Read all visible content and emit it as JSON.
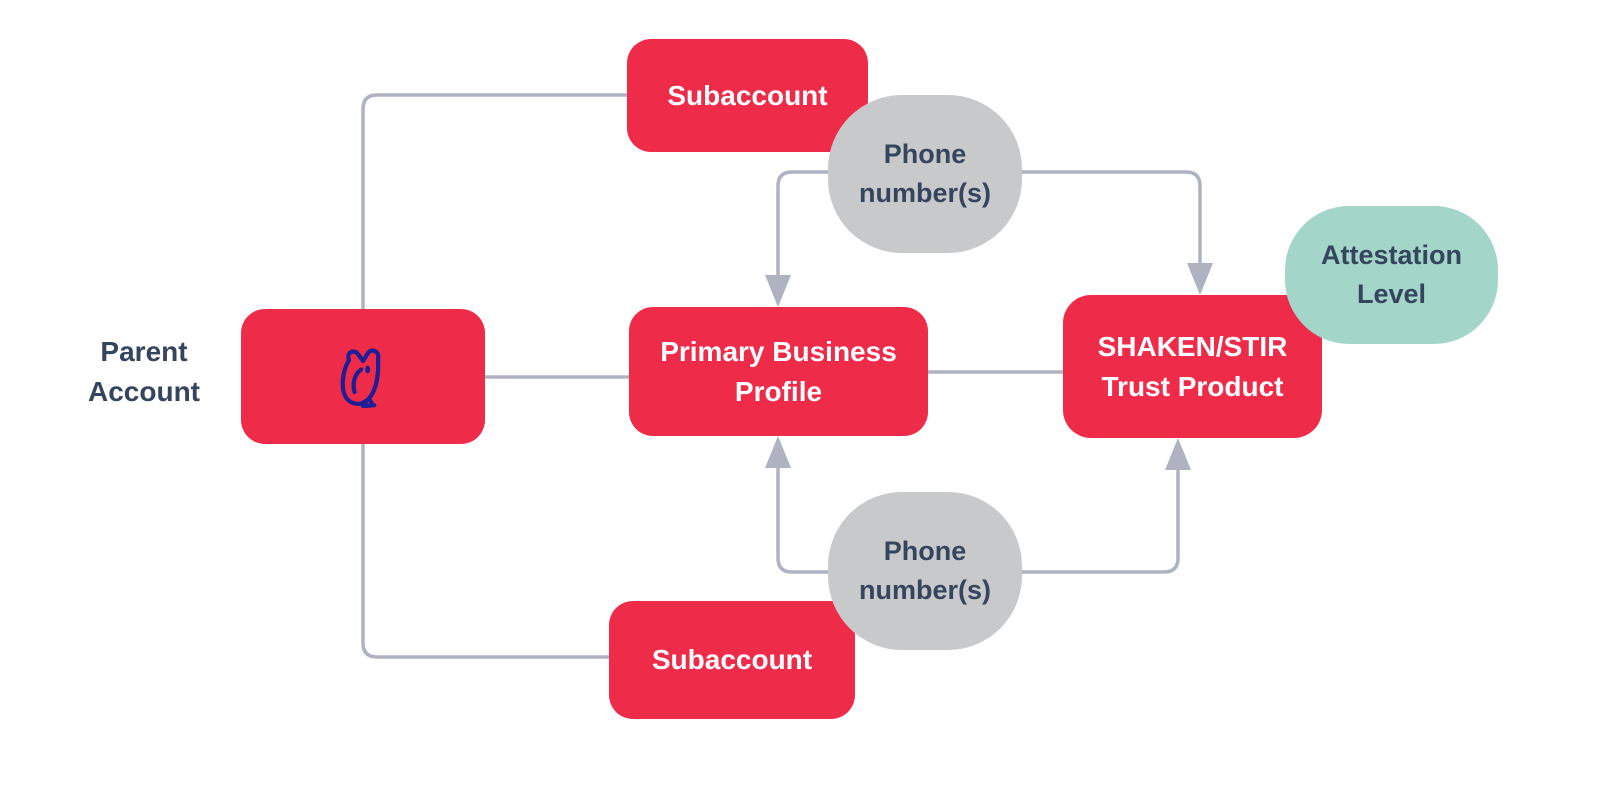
{
  "diagram": {
    "colors": {
      "node_red": "#EF2B4A",
      "node_gray": "#C8C9CB",
      "node_teal": "#A4D5C9",
      "connector": "#AFB3C1",
      "text_navy": "#35455E",
      "text_white": "#FFFFFF",
      "owl_blue": "#1E1E96"
    },
    "nodes": {
      "parent_account_label": "Parent Account",
      "subaccount_top": "Subaccount",
      "subaccount_bottom": "Subaccount",
      "phone_numbers_top": "Phone number(s)",
      "phone_numbers_bottom": "Phone number(s)",
      "primary_business_profile": "Primary Business Profile",
      "shaken_stir_trust_product": "SHAKEN/STIR Trust Product",
      "attestation_level": "Attestation Level"
    },
    "icons": {
      "parent_account": "owl-icon"
    }
  }
}
